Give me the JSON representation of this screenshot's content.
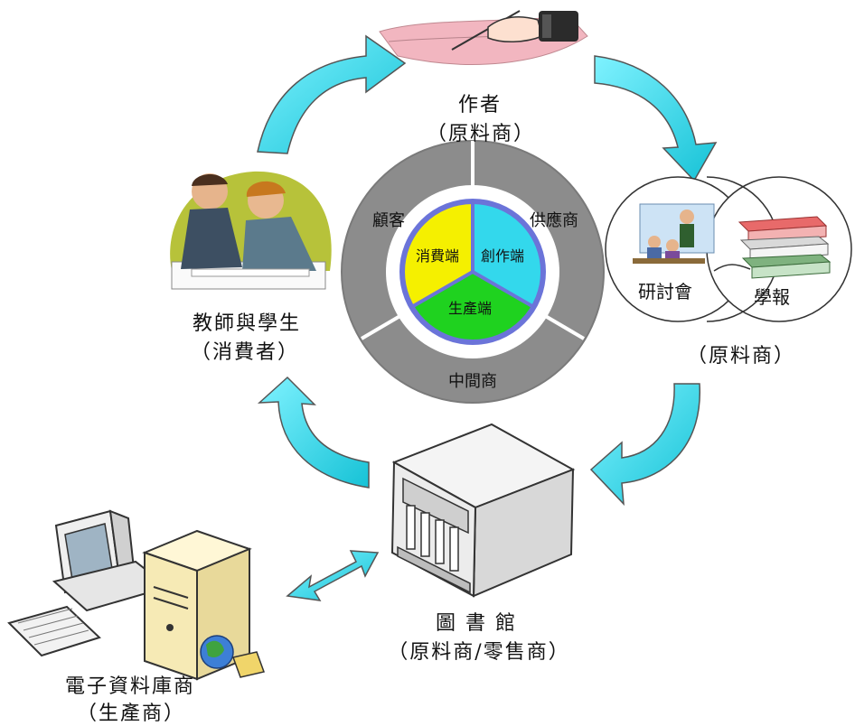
{
  "center": {
    "outer_ring": {
      "top_left": "顧客",
      "top_right": "供應商",
      "bottom": "中間商"
    },
    "inner_pie": {
      "consumer_end": "消費端",
      "creator_end": "創作端",
      "producer_end": "生產端"
    }
  },
  "nodes": {
    "author": {
      "name": "作者",
      "role": "（原料商）"
    },
    "journal_cluster": {
      "conference": "研討會",
      "journal": "學報",
      "role": "（原料商）"
    },
    "library": {
      "name": "圖 書 館",
      "role": "（原料商/零售商）"
    },
    "database_vendor": {
      "name": "電子資料庫商",
      "role": "（生產商）"
    },
    "teachers_students": {
      "name": "教師與學生",
      "role": "（消費者）"
    }
  },
  "colors": {
    "arrow": "#33d6e4",
    "ring": "#8c8c8c",
    "pie_consumer": "#f5f000",
    "pie_creator": "#33d8ec",
    "pie_producer": "#1fd21f",
    "pie_border": "#6b74d9"
  }
}
